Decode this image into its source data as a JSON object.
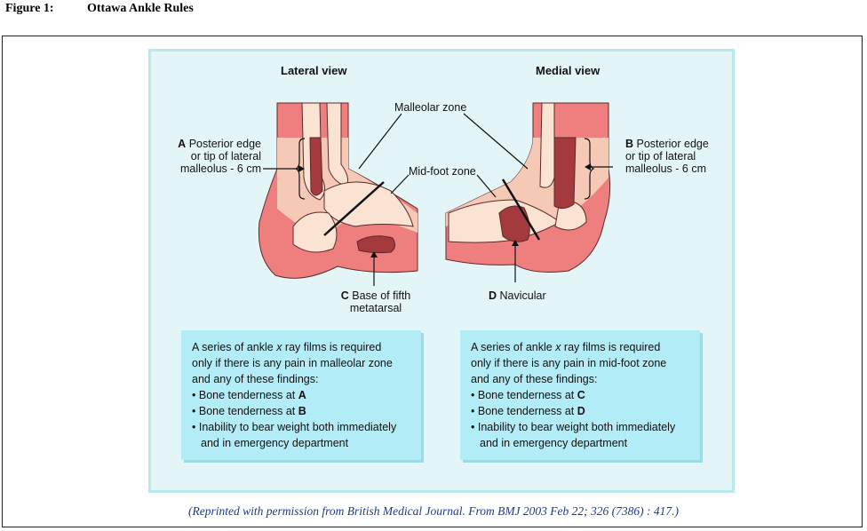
{
  "figure": {
    "number": "Figure 1:",
    "title": "Ottawa Ankle Rules"
  },
  "lateral": {
    "title": "Lateral view",
    "point_a": {
      "letter": "A",
      "line1": "Posterior edge",
      "line2": "or tip of lateral",
      "line3": "malleolus - 6 cm"
    },
    "point_c": {
      "letter": "C",
      "line1": "Base of fifth",
      "line2": "metatarsal"
    }
  },
  "medial": {
    "title": "Medial view",
    "point_b": {
      "letter": "B",
      "line1": "Posterior edge",
      "line2": "or tip of lateral",
      "line3": "malleolus - 6 cm"
    },
    "point_d": {
      "letter": "D",
      "line1": "Navicular"
    }
  },
  "zones": {
    "malleolar": "Malleolar zone",
    "midfoot": "Mid-foot zone"
  },
  "box_left": {
    "line1": "A series of ankle ",
    "line1_x": "x",
    "line1_end": " ray films is required",
    "line2": "only if there is any pain in malleolar zone",
    "line3": "and any of these findings:",
    "bullet1": "Bone tenderness at ",
    "bullet1_letter": "A",
    "bullet2": "Bone tenderness at ",
    "bullet2_letter": "B",
    "bullet3": "Inability to bear weight both immediately",
    "bullet3_cont": "and in emergency department"
  },
  "box_right": {
    "line1": "A series of ankle ",
    "line1_x": "x",
    "line1_end": " ray films is required",
    "line2": "only if there is any pain in mid-foot zone",
    "line3": "and any of these findings:",
    "bullet1": "Bone tenderness at ",
    "bullet1_letter": "C",
    "bullet2": "Bone tenderness at ",
    "bullet2_letter": "D",
    "bullet3": "Inability to bear weight both immediately",
    "bullet3_cont": "and in emergency department"
  },
  "reprint": "(Reprinted with permission from British Medical Journal. From BMJ 2003 Feb 22; 326 (7386) : 417.)",
  "colors": {
    "panel": "#e4f5f8",
    "panel_border": "#b7e9f1",
    "skin_red": "#ef7e7e",
    "skin_light": "#f6c9b6",
    "bone_fill": "#fbe3d3",
    "highlight": "#a43a3e",
    "infobox": "#b2ecf6"
  }
}
